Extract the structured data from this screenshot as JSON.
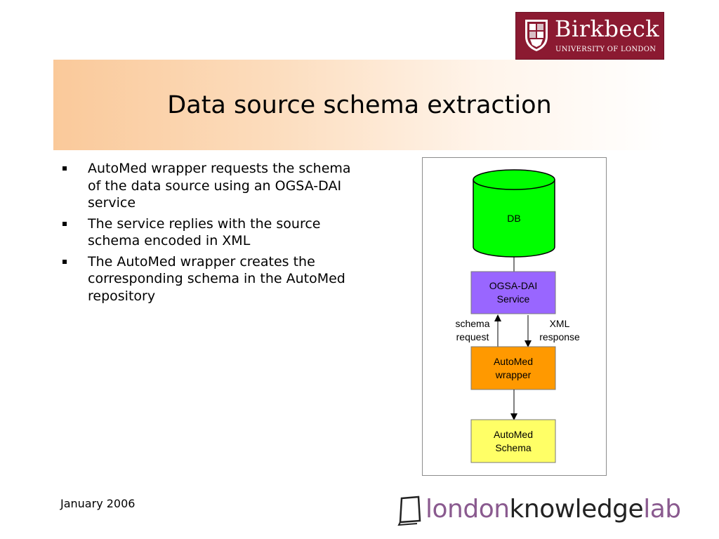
{
  "slide": {
    "title": "Data source schema extraction",
    "date": "January 2006"
  },
  "bullets": [
    "AutoMed wrapper requests the schema of the data source using an OGSA-DAI service",
    "The service replies with the source schema encoded in XML",
    "The AutoMed wrapper creates the corresponding schema in the AutoMed repository"
  ],
  "diagram": {
    "nodes": {
      "db": {
        "label": "DB",
        "fill": "#00ff00"
      },
      "ogsa": {
        "label_line1": "OGSA-DAI",
        "label_line2": "Service",
        "fill": "#9966ff"
      },
      "wrapper": {
        "label_line1": "AutoMed",
        "label_line2": "wrapper",
        "fill": "#ff9900"
      },
      "schema": {
        "label_line1": "AutoMed",
        "label_line2": "Schema",
        "fill": "#ffff66"
      }
    },
    "edges": {
      "request": {
        "label_line1": "schema",
        "label_line2": "request"
      },
      "response": {
        "label_line1": "XML",
        "label_line2": "response"
      }
    }
  },
  "logos": {
    "birkbeck": {
      "name": "Birkbeck",
      "subtitle": "UNIVERSITY OF LONDON",
      "color": "#8b1a31"
    },
    "lkl": {
      "part1": "london",
      "part2": "knowledge",
      "part3": "lab",
      "color_light": "#8a5a8f",
      "color_dark": "#222222"
    }
  }
}
